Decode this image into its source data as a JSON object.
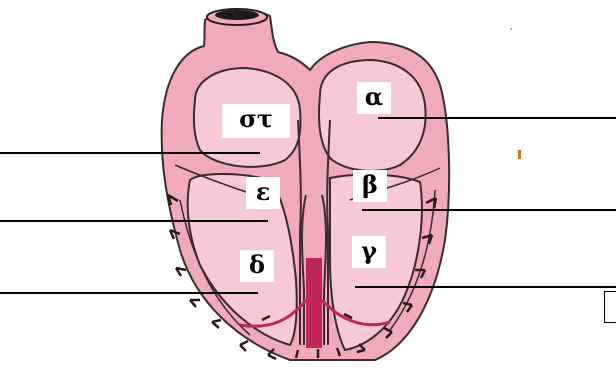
{
  "diagram": {
    "colors": {
      "tissue": "#f0aab8",
      "cavity": "#f6c9d3",
      "outline": "#3b2a2e",
      "conduction": "#c0255a",
      "fibers": "#2a1a1c",
      "leader_lines": "#000000"
    },
    "labels": {
      "sigma_tau": "στ",
      "alpha": "α",
      "epsilon": "ε",
      "beta": "β",
      "delta": "δ",
      "gamma": "γ"
    }
  }
}
